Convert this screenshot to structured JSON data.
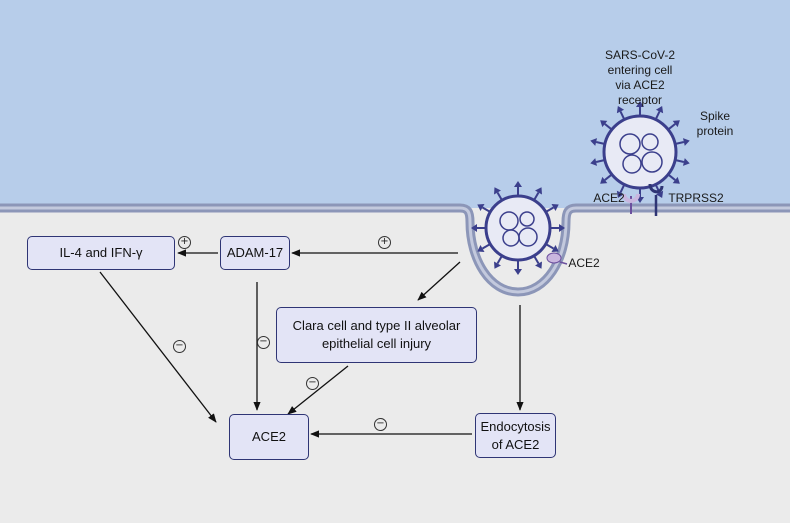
{
  "colors": {
    "extracellular": "#b7cdea",
    "cytoplasm": "#ebebeb",
    "membrane": "#8c96b8",
    "box_fill": "#e3e4f6",
    "box_border": "#2f3575",
    "virus": "#3b3f8c",
    "ace2_receptor": "#c9b6df"
  },
  "virus_label": "SARS-CoV-2\nentering cell\nvia ACE2\nreceptor",
  "spike_label": "Spike\nprotein",
  "ace2_surface_label": "ACE2",
  "tmprss2_label": "TRPRSS2",
  "ace2_pit_label": "ACE2",
  "boxes": {
    "il4": "IL-4 and IFN-γ",
    "adam17": "ADAM-17",
    "clara": "Clara cell and type II alveolar\nepithelial  cell injury",
    "ace2": "ACE2",
    "endocytosis": "Endocytosis\nof ACE2"
  },
  "signs": {
    "plus": "+",
    "minus": "−"
  }
}
